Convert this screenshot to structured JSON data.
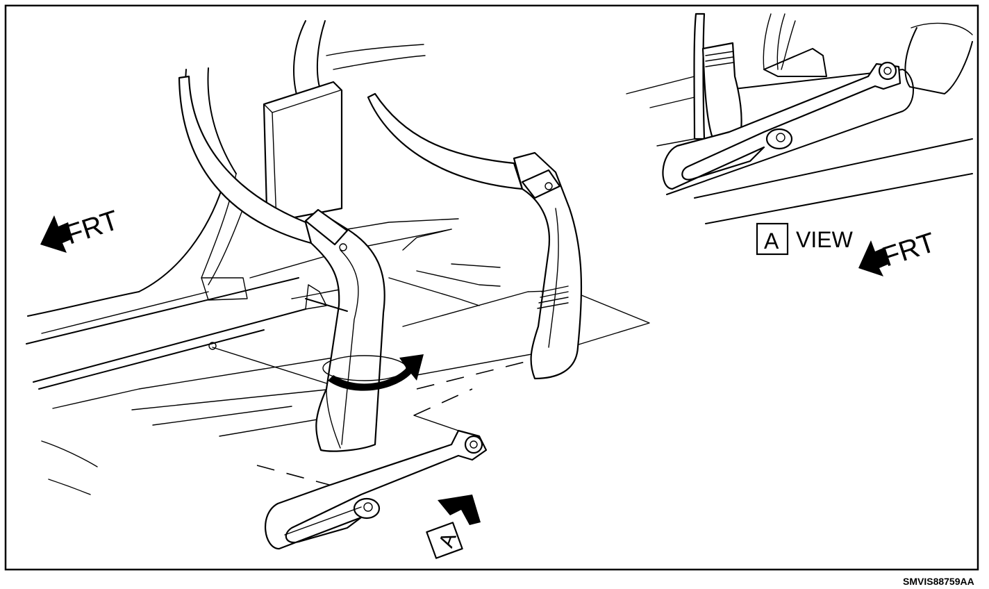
{
  "labels": {
    "frt_main": "FRT",
    "frt_view": "FRT",
    "view_letter": "A",
    "view_word": "VIEW",
    "pointer_letter": "A",
    "figure_code": "SMVIS88759AA"
  }
}
